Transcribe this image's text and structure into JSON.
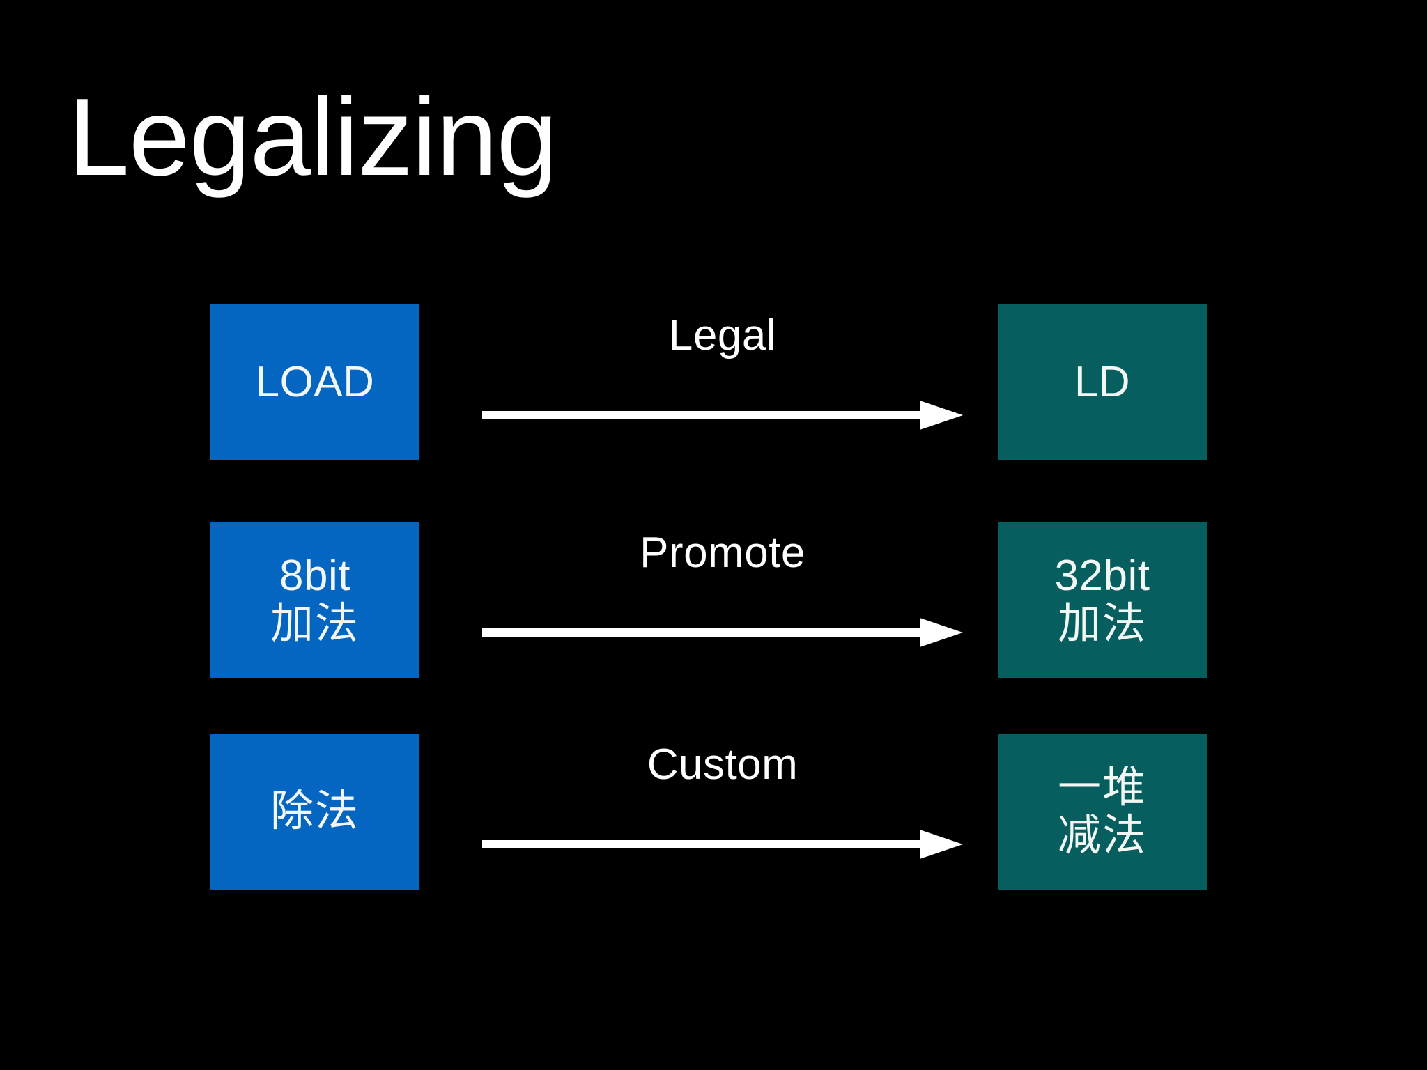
{
  "slide": {
    "title": "Legalizing",
    "background_color": "#000000",
    "source_box_color": "#0566C1",
    "target_box_color": "#065E5E",
    "text_color": "#FFFFFF",
    "arrow_color": "#FFFFFF"
  },
  "rows": [
    {
      "source": {
        "line1": "LOAD",
        "line2": ""
      },
      "action": "Legal",
      "target": {
        "line1": "LD",
        "line2": ""
      }
    },
    {
      "source": {
        "line1": "8bit",
        "line2": "加法"
      },
      "action": "Promote",
      "target": {
        "line1": "32bit",
        "line2": "加法"
      }
    },
    {
      "source": {
        "line1": "除法",
        "line2": ""
      },
      "action": "Custom",
      "target": {
        "line1": "一堆",
        "line2": "减法"
      }
    }
  ]
}
